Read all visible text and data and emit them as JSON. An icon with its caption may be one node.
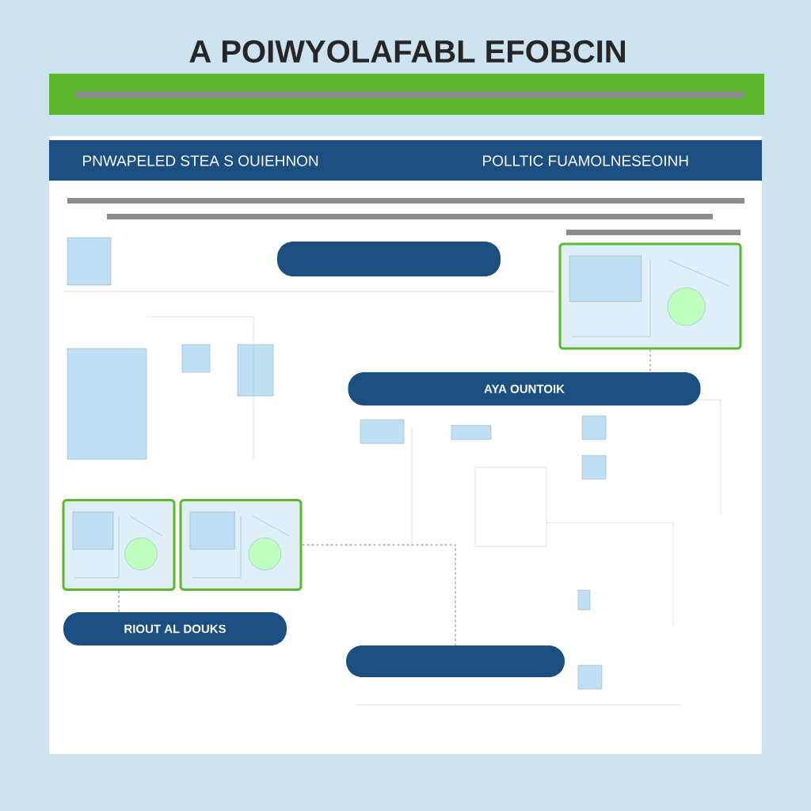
{
  "diagram": {
    "title": "A POIWYOLAFABL EFOBCIN",
    "nodes": [
      {
        "text": [],
        "shape": "box"
      },
      {
        "text": [
          "AYA OUNTOIK"
        ]
      },
      {
        "text": [
          "RIOUT AL DOUKS"
        ]
      },
      {
        "text": [],
        "shape": "box"
      },
      {
        "text": [],
        "shape": "picture"
      },
      {
        "text": [],
        "shape": "picture"
      },
      {
        "text": [],
        "shape": "picture"
      }
    ],
    "edges": [
      {
        "from": 6,
        "to": 3,
        "arrow": "none",
        "style": "dashed"
      },
      {
        "from": 4,
        "to": 1,
        "arrow": "none",
        "style": "dashed"
      },
      {
        "from": 5,
        "to": 2,
        "arrow": "none",
        "style": "dashed"
      }
    ],
    "labels": [
      "PNWAPELED STEA S OUIEHNON",
      "POLLTIC FUAMOLNESEOINH"
    ]
  }
}
